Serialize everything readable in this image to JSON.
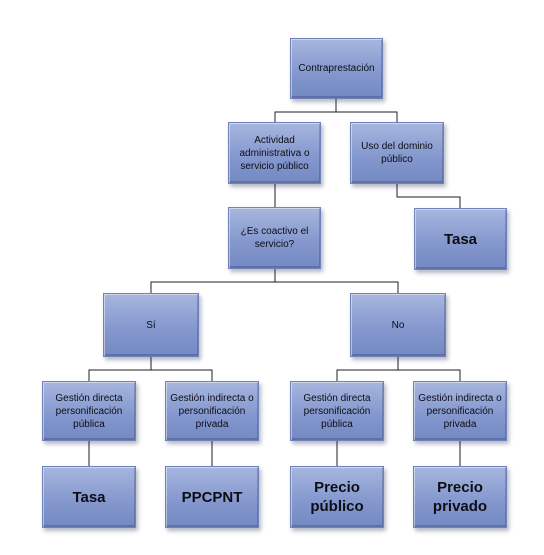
{
  "nodes": {
    "root": "Contraprestación",
    "actividad": "Actividad administrativa o servicio público",
    "uso": "Uso del dominio público",
    "tasa_uso": "Tasa",
    "coactivo": "¿Es coactivo el servicio?",
    "si": "Sí",
    "no": "No",
    "si_directa": "Gestión directa personificación pública",
    "si_indirecta": "Gestión indirecta o personificación privada",
    "no_directa": "Gestión directa personificación pública",
    "no_indirecta": "Gestión indirecta o personificación privada",
    "tasa": "Tasa",
    "ppcpnt": "PPCPNT",
    "precio_publico": "Precio público",
    "precio_privado": "Precio privado"
  },
  "colors": {
    "box_fill": "#8599cf",
    "box_border": "#6f82bb",
    "connector": "#1f1f1f"
  }
}
